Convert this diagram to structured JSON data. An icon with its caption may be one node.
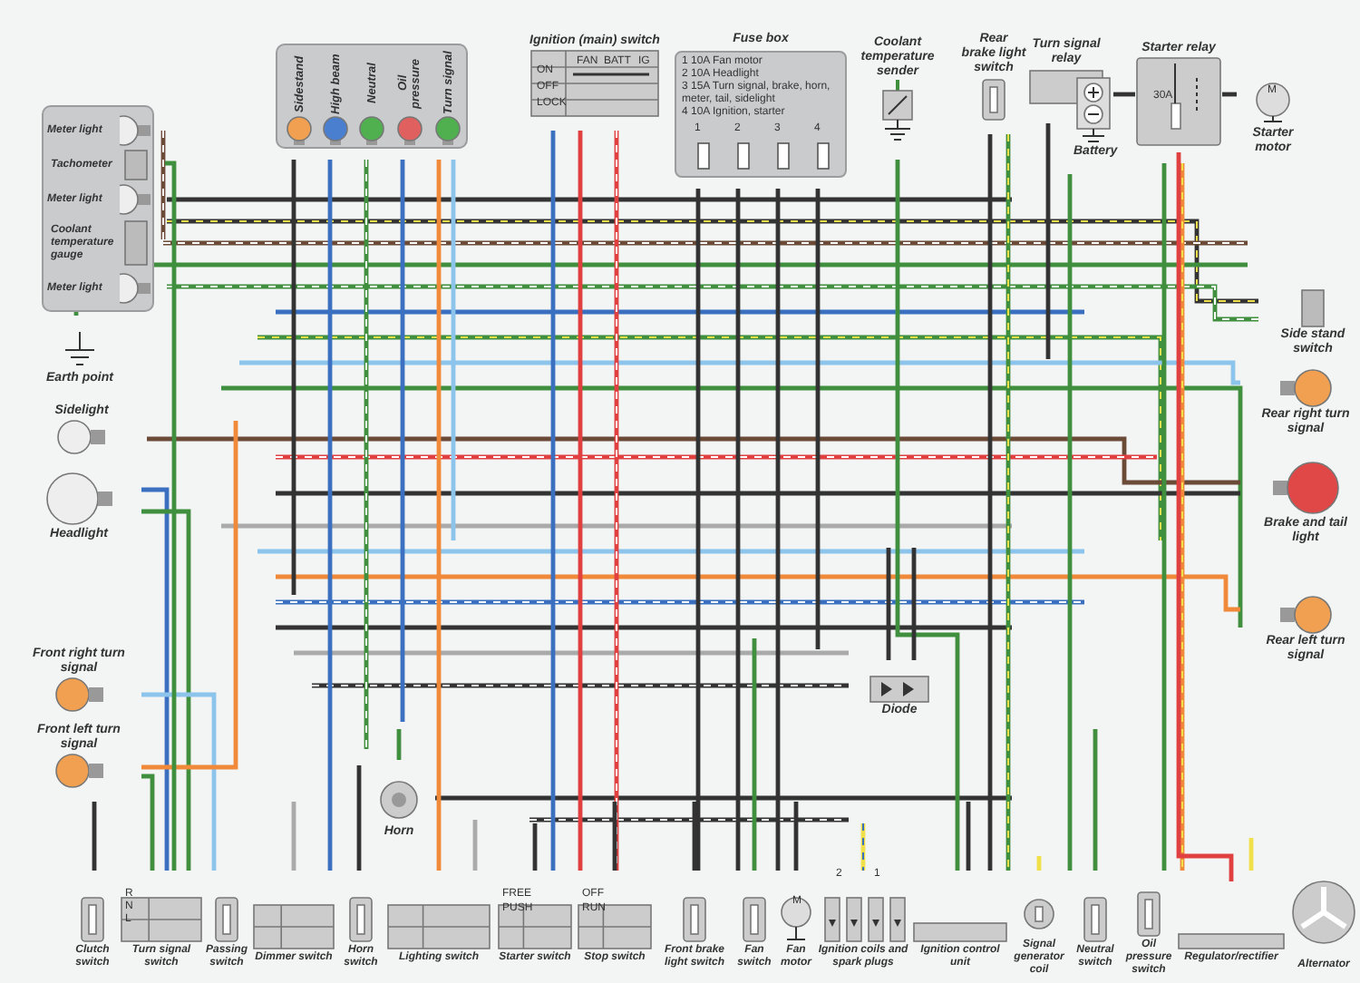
{
  "diagram": {
    "nodes": [
      {
        "text": [],
        "shape": "box"
      },
      {
        "text": [
          "Meter light"
        ],
        "in": 0
      },
      {
        "text": [
          "Tachometer"
        ],
        "in": 0
      },
      {
        "text": [
          "Meter light"
        ],
        "in": 0
      },
      {
        "text": [
          "Coolant temperature gauge"
        ],
        "in": 0
      },
      {
        "text": [
          "Meter light"
        ],
        "in": 0
      },
      {
        "text": [],
        "shape": "box"
      },
      {
        "text": [
          "Sidestand"
        ],
        "in": 6
      },
      {
        "text": [
          "High beam"
        ],
        "in": 6
      },
      {
        "text": [
          "Neutral"
        ],
        "in": 6
      },
      {
        "text": [
          "Oil pressure"
        ],
        "in": 6
      },
      {
        "text": [
          "Turn signal"
        ],
        "in": 6
      },
      {
        "text": [
          "Ignition (main) switch"
        ]
      },
      {
        "text": [
          "Fuse box",
          "1 10A Fan motor",
          "2 10A Headlight",
          "3 15A Turn signal, brake, horn, meter, tail, sidelight",
          "4 10A Ignition, starter"
        ]
      },
      {
        "text": [
          "Coolant temperature sender"
        ]
      },
      {
        "text": [
          "Rear brake light switch"
        ]
      },
      {
        "text": [
          "Turn signal relay"
        ]
      },
      {
        "text": [
          "Starter relay"
        ]
      },
      {
        "text": [
          "Battery"
        ]
      },
      {
        "text": [
          "Starter motor"
        ]
      },
      {
        "text": [
          "Side stand switch"
        ]
      },
      {
        "text": [
          "Earth point"
        ]
      },
      {
        "text": [
          "Rear right turn signal"
        ]
      },
      {
        "text": [
          "Sidelight"
        ]
      },
      {
        "text": [
          "Brake and tail light"
        ]
      },
      {
        "text": [
          "Headlight"
        ]
      },
      {
        "text": [
          "Rear left turn signal"
        ]
      },
      {
        "text": [
          "Front right turn signal"
        ]
      },
      {
        "text": [
          "Front left turn signal"
        ]
      },
      {
        "text": [
          "Diode"
        ]
      },
      {
        "text": [
          "Horn"
        ]
      },
      {
        "text": [
          "Clutch switch"
        ]
      },
      {
        "text": [
          "Turn signal switch"
        ]
      },
      {
        "text": [
          "Passing switch"
        ]
      },
      {
        "text": [
          "Dimmer switch"
        ]
      },
      {
        "text": [
          "Horn switch"
        ]
      },
      {
        "text": [
          "Lighting switch"
        ]
      },
      {
        "text": [
          "Starter switch"
        ]
      },
      {
        "text": [
          "Stop switch"
        ]
      },
      {
        "text": [
          "Front brake light switch"
        ]
      },
      {
        "text": [
          "Fan switch"
        ]
      },
      {
        "text": [
          "Fan motor"
        ]
      },
      {
        "text": [
          "Ignition coils and spark plugs"
        ]
      },
      {
        "text": [
          "Ignition control unit"
        ]
      },
      {
        "text": [
          "Signal generator coil"
        ]
      },
      {
        "text": [
          "Neutral switch"
        ]
      },
      {
        "text": [
          "Oil pressure switch"
        ]
      },
      {
        "text": [
          "Regulator/rectifier"
        ]
      },
      {
        "text": [
          "Alternator"
        ]
      }
    ],
    "edges": [
      {
        "from": 18,
        "to": 17,
        "arrow": "none"
      },
      {
        "from": 17,
        "to": 19,
        "arrow": "none"
      },
      {
        "from": 17,
        "to": 47,
        "arrow": "none",
        "color": "#e04040"
      }
    ],
    "labels": [
      "ON",
      "OFF",
      "LOCK",
      "FAN",
      "BATT",
      "IG",
      "1",
      "2",
      "3",
      "4",
      "30A",
      "M",
      "M",
      "FREE",
      "PUSH",
      "OFF",
      "RUN",
      "2",
      "1",
      "R",
      "N",
      "L"
    ]
  }
}
